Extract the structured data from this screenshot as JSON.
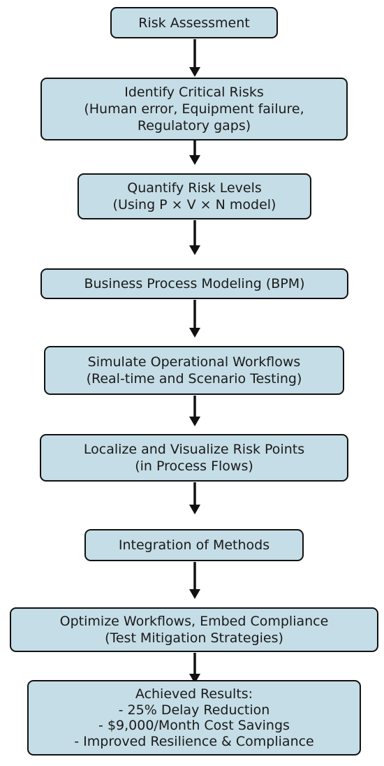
{
  "nodes": [
    {
      "id": "risk-assessment",
      "lines": [
        "Risk Assessment"
      ]
    },
    {
      "id": "identify-critical-risks",
      "lines": [
        "Identify Critical Risks",
        "(Human error, Equipment failure,",
        "Regulatory gaps)"
      ]
    },
    {
      "id": "quantify-risk-levels",
      "lines": [
        "Quantify Risk Levels",
        "(Using P × V × N model)"
      ]
    },
    {
      "id": "business-process-modeling",
      "lines": [
        "Business Process Modeling (BPM)"
      ]
    },
    {
      "id": "simulate-operational-workflows",
      "lines": [
        "Simulate Operational Workflows",
        "(Real-time and Scenario Testing)"
      ]
    },
    {
      "id": "localize-visualize-risk-points",
      "lines": [
        "Localize and Visualize Risk Points",
        "(in Process Flows)"
      ]
    },
    {
      "id": "integration-of-methods",
      "lines": [
        "Integration of Methods"
      ]
    },
    {
      "id": "optimize-workflows",
      "lines": [
        "Optimize Workflows, Embed Compliance",
        "(Test Mitigation Strategies)"
      ]
    },
    {
      "id": "achieved-results",
      "lines": [
        "Achieved Results:",
        "- 25% Delay Reduction",
        "- $9,000/Month Cost Savings",
        "- Improved Resilience & Compliance"
      ]
    }
  ],
  "edges": [
    [
      "risk-assessment",
      "identify-critical-risks"
    ],
    [
      "identify-critical-risks",
      "quantify-risk-levels"
    ],
    [
      "quantify-risk-levels",
      "business-process-modeling"
    ],
    [
      "business-process-modeling",
      "simulate-operational-workflows"
    ],
    [
      "simulate-operational-workflows",
      "localize-visualize-risk-points"
    ],
    [
      "localize-visualize-risk-points",
      "integration-of-methods"
    ],
    [
      "integration-of-methods",
      "optimize-workflows"
    ],
    [
      "optimize-workflows",
      "achieved-results"
    ]
  ],
  "colors": {
    "box_fill": "#c5dde6",
    "box_border": "#111111",
    "arrow": "#111111"
  }
}
